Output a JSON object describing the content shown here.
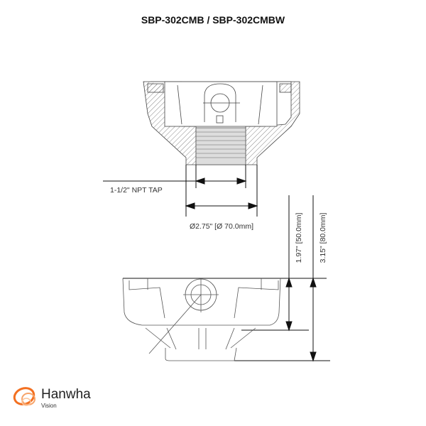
{
  "title": "SBP-302CMB / SBP-302CMBW",
  "dimensions": {
    "thread": "1-1/2\" NPT TAP",
    "diameter": "Ø2.75\" [Ø 70.0mm]",
    "height_short": "1.97\" [50.0mm]",
    "height_total": "3.15\" [80.0mm]"
  },
  "brand": {
    "name": "Hanwha",
    "sub": "Vision",
    "color": "#f37021"
  }
}
